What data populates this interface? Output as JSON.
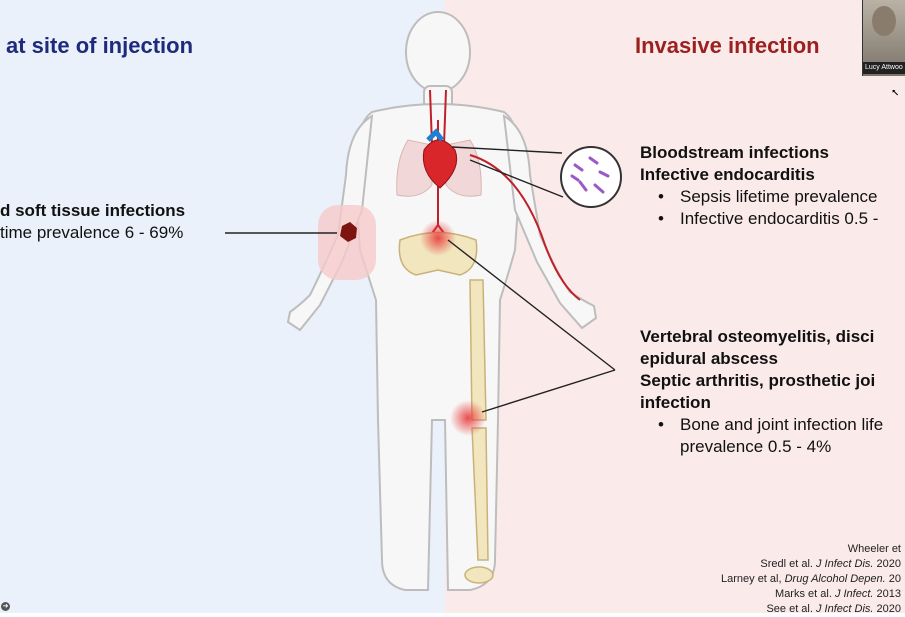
{
  "left_heading": "at site of injection",
  "right_heading": "Invasive infection",
  "skin": {
    "title": "d soft tissue infections",
    "bullet": "time prevalence 6 - 69%"
  },
  "blood": {
    "title1": "Bloodstream infections",
    "title2": "Infective endocarditis",
    "bullets": [
      "Sepsis lifetime prevalence",
      "Infective endocarditis 0.5 -"
    ]
  },
  "bone": {
    "title1": "Vertebral osteomyelitis, disci",
    "title2": "epidural abscess",
    "title3": "Septic arthritis, prosthetic joi",
    "title4": "infection",
    "bullet_line1": "Bone and joint infection life",
    "bullet_line2": "prevalence 0.5 - 4%"
  },
  "refs": {
    "r1": "Wheeler et",
    "r2_a": "Sredl et al. ",
    "r2_j": "J Infect Dis.",
    "r2_b": " 2020",
    "r3_a": "Larney et al, ",
    "r3_j": "Drug Alcohol Depen.",
    "r3_b": " 20",
    "r4_a": "Marks et al. ",
    "r4_j": "J Infect.",
    "r4_b": " 2013",
    "r5_a": "See et al. ",
    "r5_j": "J Infect Dis.",
    "r5_b": " 2020"
  },
  "webcam": {
    "name": "Lucy Attwoo"
  },
  "colors": {
    "left_bg": "#eaf1fb",
    "right_bg": "#fbeaea",
    "left_heading": "#1f2a7a",
    "right_heading": "#9c2020"
  }
}
